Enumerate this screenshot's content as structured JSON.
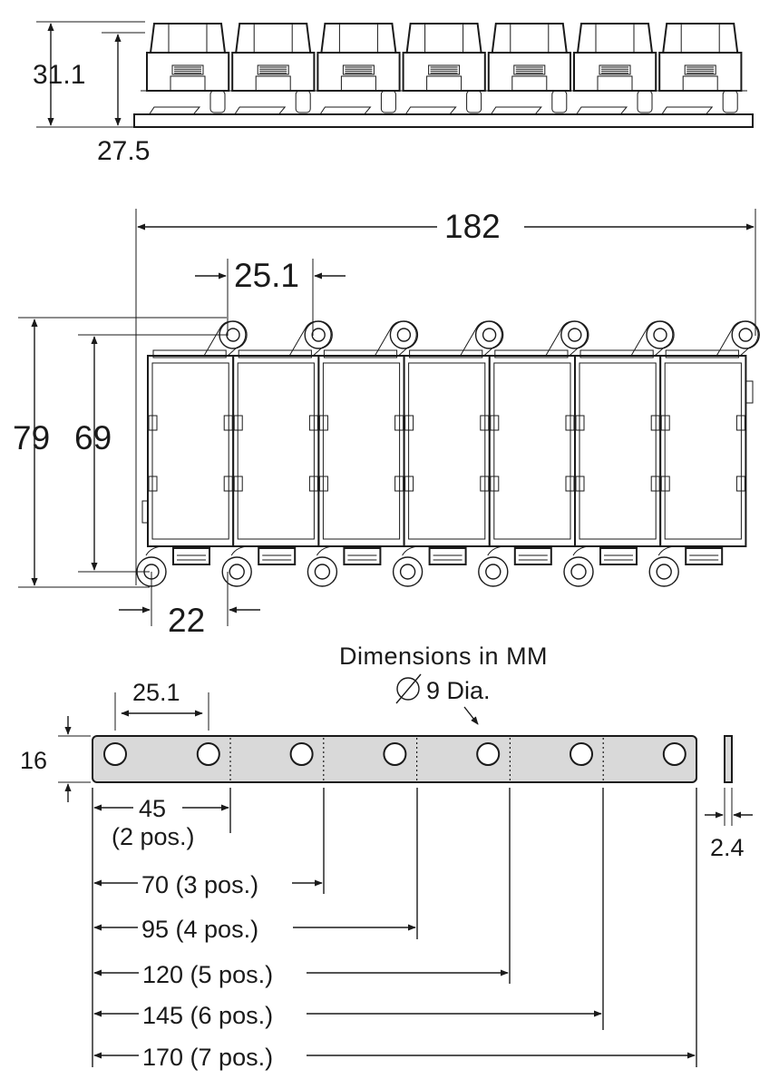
{
  "side_view": {
    "height_overall": "31.1",
    "height_base": "27.5"
  },
  "top_view": {
    "overall_length": "182",
    "pitch": "25.1",
    "height_overall": "79",
    "height_holes": "69",
    "end_offset": "22",
    "positions": 7
  },
  "busbar": {
    "title": "Dimensions in MM",
    "hole_note": "9 Dia.",
    "pitch": "25.1",
    "width": "16",
    "thickness": "2.4",
    "lengths": [
      {
        "value": "45",
        "label": "(2 pos.)"
      },
      {
        "label": "70 (3 pos.)"
      },
      {
        "label": "95 (4 pos.)"
      },
      {
        "label": "120 (5 pos.)"
      },
      {
        "label": "145 (6 pos.)"
      },
      {
        "label": "170 (7 pos.)"
      }
    ]
  }
}
